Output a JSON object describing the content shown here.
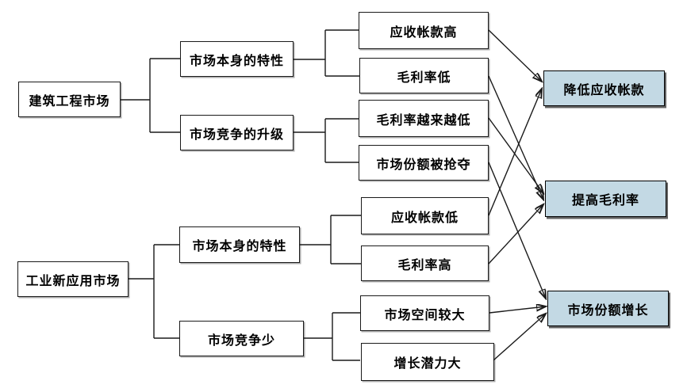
{
  "diagram": {
    "markets": [
      {
        "id": "L1A",
        "label": "建筑工程市场"
      },
      {
        "id": "L1B",
        "label": "工业新应用市场"
      }
    ],
    "factors": [
      {
        "id": "L2A",
        "label": "市场本身的特性"
      },
      {
        "id": "L2B",
        "label": "市场竞争的升级"
      },
      {
        "id": "L2C",
        "label": "市场本身的特性"
      },
      {
        "id": "L2D",
        "label": "市场竞争少"
      }
    ],
    "observations": [
      {
        "id": "L3A",
        "label": "应收帐款高"
      },
      {
        "id": "L3B",
        "label": "毛利率低"
      },
      {
        "id": "L3C",
        "label": "毛利率越来越低"
      },
      {
        "id": "L3D",
        "label": "市场份额被抢夺"
      },
      {
        "id": "L3E",
        "label": "应收帐款低"
      },
      {
        "id": "L3F",
        "label": "毛利率高"
      },
      {
        "id": "L3G",
        "label": "市场空间较大"
      },
      {
        "id": "L3H",
        "label": "增长潜力大"
      }
    ],
    "goals": [
      {
        "id": "G1",
        "label": "降低应收帐款"
      },
      {
        "id": "G2",
        "label": "提高毛利率"
      },
      {
        "id": "G3",
        "label": "市场份额增长"
      }
    ],
    "edges": [
      {
        "from": "L1A",
        "to": "L2A"
      },
      {
        "from": "L1A",
        "to": "L2B"
      },
      {
        "from": "L1B",
        "to": "L2C"
      },
      {
        "from": "L1B",
        "to": "L2D"
      },
      {
        "from": "L2A",
        "to": "L3A"
      },
      {
        "from": "L2A",
        "to": "L3B"
      },
      {
        "from": "L2B",
        "to": "L3C"
      },
      {
        "from": "L2B",
        "to": "L3D"
      },
      {
        "from": "L2C",
        "to": "L3E"
      },
      {
        "from": "L2C",
        "to": "L3F"
      },
      {
        "from": "L2D",
        "to": "L3G"
      },
      {
        "from": "L2D",
        "to": "L3H"
      },
      {
        "from": "L3A",
        "to": "G1"
      },
      {
        "from": "L3E",
        "to": "G1"
      },
      {
        "from": "L3B",
        "to": "G2"
      },
      {
        "from": "L3C",
        "to": "G2"
      },
      {
        "from": "L3F",
        "to": "G2"
      },
      {
        "from": "L3D",
        "to": "G3"
      },
      {
        "from": "L3G",
        "to": "G3"
      },
      {
        "from": "L3H",
        "to": "G3"
      }
    ],
    "colors": {
      "goal_fill": "#c3d9e4",
      "node_fill": "#ffffff",
      "line": "#000000"
    }
  }
}
